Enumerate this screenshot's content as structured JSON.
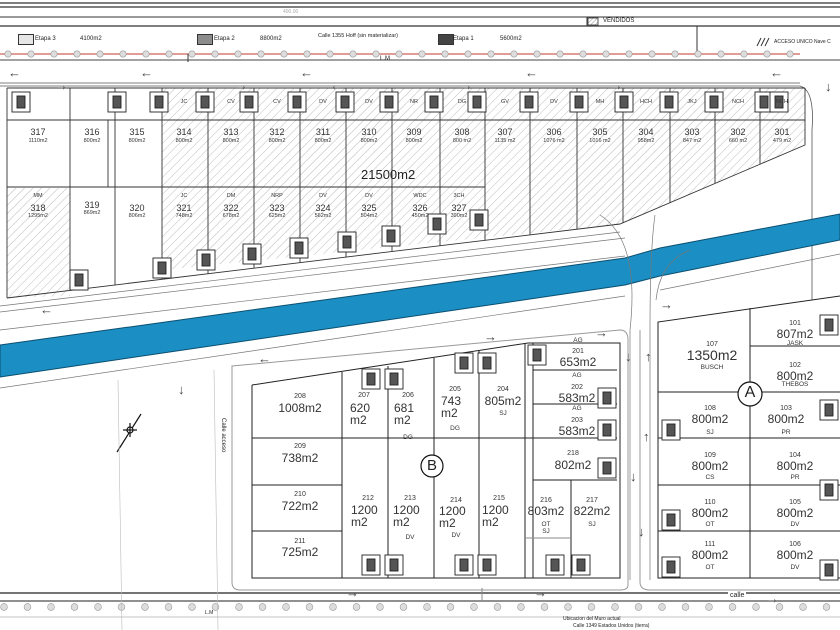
{
  "header": {
    "scale_text": "400.00",
    "sold_label": "VENDIDOS",
    "legend": [
      {
        "label": "Etapa 3",
        "area": "4100m2",
        "color": "#e6e6e6"
      },
      {
        "label": "Etapa 2",
        "area": "8800m2",
        "color": "#8c8c8c"
      },
      {
        "label": "Etapa 1",
        "area": "5600m2",
        "color": "#444444"
      }
    ],
    "street_top": "Calle 1355  Hoff (sin materializar)",
    "access_label": "ACCESO UNICO Nave C"
  },
  "labels": {
    "lm_top": "L.M",
    "lm_bottom": "L.M",
    "total_area": "21500m2",
    "access_street": "Calle acceso",
    "street_bottom": "calle",
    "wall_location": "Ubicacion del Muro actual",
    "street_south": "Calle 1349  Estados Unidos (tierra)",
    "block_a": "A",
    "block_b": "B"
  },
  "colors": {
    "canal": "#1b8fc4",
    "hatch": "#9a9a9a",
    "boundary": "#c0392b"
  },
  "lots": [
    {
      "id": "317",
      "area": "1110m2",
      "tenant": ""
    },
    {
      "id": "316",
      "area": "800m2",
      "tenant": ""
    },
    {
      "id": "315",
      "area": "800m2",
      "tenant": ""
    },
    {
      "id": "314",
      "area": "800m2",
      "tenant": "JC"
    },
    {
      "id": "313",
      "area": "800m2",
      "tenant": "CV"
    },
    {
      "id": "312",
      "area": "800m2",
      "tenant": "CV"
    },
    {
      "id": "311",
      "area": "800m2",
      "tenant": "DV"
    },
    {
      "id": "310",
      "area": "800m2",
      "tenant": "DV"
    },
    {
      "id": "309",
      "area": "800m2",
      "tenant": "NR"
    },
    {
      "id": "308",
      "area": "800 m2",
      "tenant": "DG"
    },
    {
      "id": "307",
      "area": "1135 m2",
      "tenant": "GV"
    },
    {
      "id": "306",
      "area": "1076 m2",
      "tenant": "DV"
    },
    {
      "id": "305",
      "area": "1016 m2",
      "tenant": "MH"
    },
    {
      "id": "304",
      "area": "958m2",
      "tenant": "HCH"
    },
    {
      "id": "303",
      "area": "847 m2",
      "tenant": "JKJ"
    },
    {
      "id": "302",
      "area": "660 m2",
      "tenant": "NCH"
    },
    {
      "id": "301",
      "area": "479 m2",
      "tenant": "NCH"
    },
    {
      "id": "318",
      "area": "1295m2",
      "tenant": "MM"
    },
    {
      "id": "319",
      "area": "869m2",
      "tenant": ""
    },
    {
      "id": "320",
      "area": "806m2",
      "tenant": ""
    },
    {
      "id": "321",
      "area": "748m2",
      "tenant": "JC"
    },
    {
      "id": "322",
      "area": "678m2",
      "tenant": "DM"
    },
    {
      "id": "323",
      "area": "625m2",
      "tenant": "NRP"
    },
    {
      "id": "324",
      "area": "562m2",
      "tenant": "DV"
    },
    {
      "id": "325",
      "area": "504m2",
      "tenant": "DV"
    },
    {
      "id": "326",
      "area": "450m2",
      "tenant": "WDC"
    },
    {
      "id": "327",
      "area": "390m2",
      "tenant": "3CH"
    },
    {
      "id": "201",
      "area": "653m2",
      "tenant": "AG"
    },
    {
      "id": "202",
      "area": "583m2",
      "tenant": "AG"
    },
    {
      "id": "203",
      "area": "583m2",
      "tenant": "AG"
    },
    {
      "id": "218",
      "area": "802m2",
      "tenant": ""
    },
    {
      "id": "208",
      "area": "1008m2",
      "tenant": ""
    },
    {
      "id": "207",
      "area": "620 m2",
      "tenant": ""
    },
    {
      "id": "206",
      "area": "681 m2",
      "tenant": "DG"
    },
    {
      "id": "205",
      "area": "743 m2",
      "tenant": "DG"
    },
    {
      "id": "204",
      "area": "805m2",
      "tenant": "SJ"
    },
    {
      "id": "209",
      "area": "738m2",
      "tenant": ""
    },
    {
      "id": "210",
      "area": "722m2",
      "tenant": ""
    },
    {
      "id": "211",
      "area": "725m2",
      "tenant": ""
    },
    {
      "id": "212",
      "area": "1200 m2",
      "tenant": ""
    },
    {
      "id": "213",
      "area": "1200 m2",
      "tenant": "DV"
    },
    {
      "id": "214",
      "area": "1200 m2",
      "tenant": "DV"
    },
    {
      "id": "215",
      "area": "1200 m2",
      "tenant": ""
    },
    {
      "id": "216",
      "area": "803m2",
      "tenant": "OT SJ"
    },
    {
      "id": "217",
      "area": "822m2",
      "tenant": "SJ"
    },
    {
      "id": "101",
      "area": "807m2",
      "tenant": "JASK"
    },
    {
      "id": "107",
      "area": "1350m2",
      "tenant": "BUSCH"
    },
    {
      "id": "102",
      "area": "800m2",
      "tenant": "THEBOS"
    },
    {
      "id": "108",
      "area": "800m2",
      "tenant": "SJ"
    },
    {
      "id": "103",
      "area": "800m2",
      "tenant": "PR"
    },
    {
      "id": "109",
      "area": "800m2",
      "tenant": "CS"
    },
    {
      "id": "104",
      "area": "800m2",
      "tenant": "PR"
    },
    {
      "id": "110",
      "area": "800m2",
      "tenant": "OT"
    },
    {
      "id": "105",
      "area": "800m2",
      "tenant": "DV"
    },
    {
      "id": "111",
      "area": "800m2",
      "tenant": "OT"
    },
    {
      "id": "106",
      "area": "800m2",
      "tenant": "DV"
    }
  ]
}
